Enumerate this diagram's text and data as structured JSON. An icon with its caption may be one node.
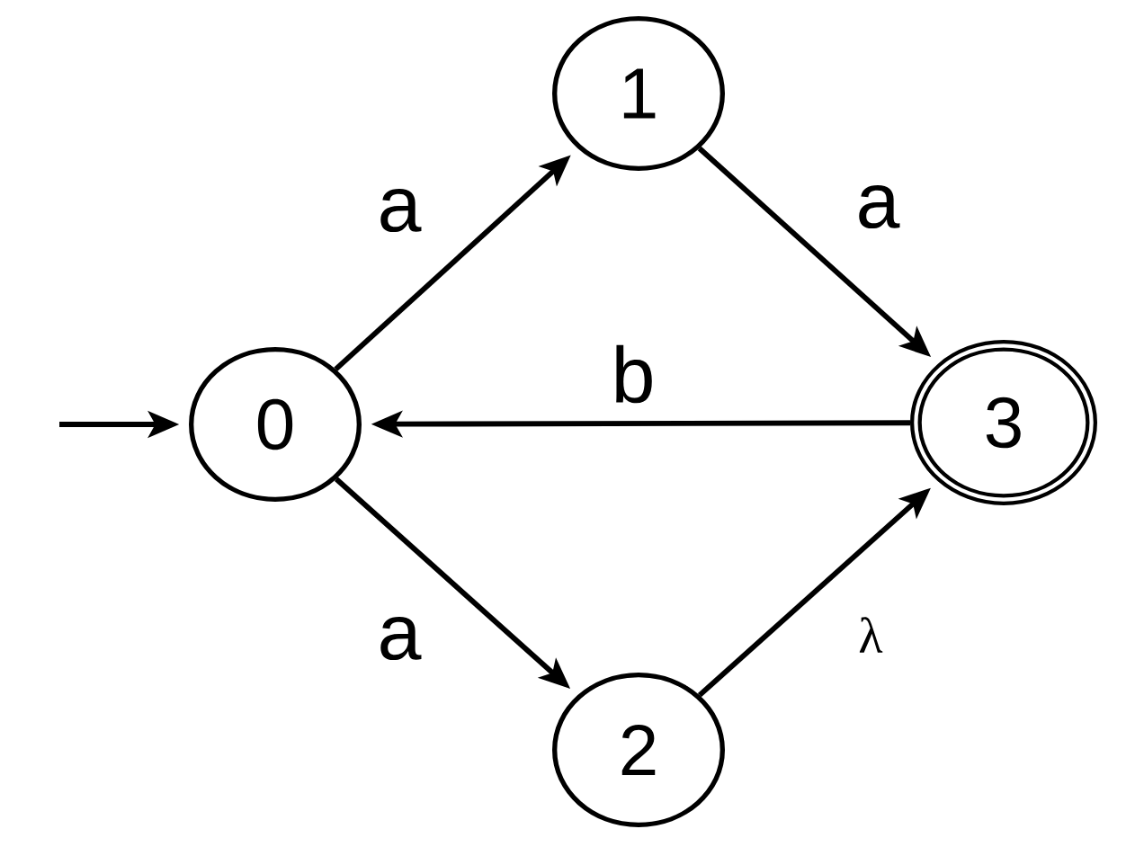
{
  "diagram": {
    "nodes": [
      {
        "text": [
          "0"
        ]
      },
      {
        "text": [
          "1"
        ]
      },
      {
        "text": [
          "2"
        ]
      },
      {
        "text": [
          "3"
        ]
      }
    ],
    "edges": [
      {
        "from": null,
        "to": 0,
        "arrow": "to"
      },
      {
        "from": 0,
        "to": 1,
        "arrow": "to",
        "label": "a"
      },
      {
        "from": 1,
        "to": 3,
        "arrow": "to",
        "label": "a"
      },
      {
        "from": 3,
        "to": 0,
        "arrow": "to",
        "label": "b"
      },
      {
        "from": 0,
        "to": 2,
        "arrow": "to",
        "label": "a"
      },
      {
        "from": 2,
        "to": 3,
        "arrow": "to",
        "label": "λ"
      }
    ]
  }
}
